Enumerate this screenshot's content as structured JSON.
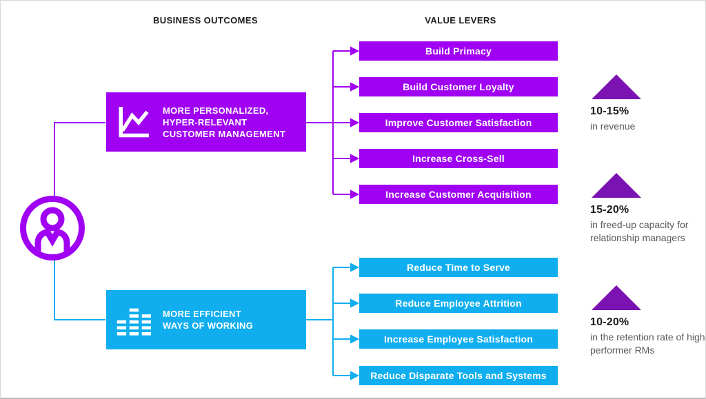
{
  "headers": {
    "business_outcomes": "BUSINESS OUTCOMES",
    "value_levers": "VALUE LEVERS"
  },
  "colors": {
    "purple": "#A001F2",
    "purple_dark_triangle": "#7A13B2",
    "blue": "#10AEEF",
    "text_dark": "#1C1C1C",
    "text_gray": "#5A5A5A"
  },
  "outcomes": [
    {
      "id": "personalized-customer-management",
      "icon": "line-chart-icon",
      "color": "purple",
      "label_lines": [
        "MORE PERSONALIZED,",
        "HYPER-RELEVANT",
        "CUSTOMER MANAGEMENT"
      ]
    },
    {
      "id": "efficient-ways-of-working",
      "icon": "equalizer-icon",
      "color": "blue",
      "label_lines": [
        "MORE EFFICIENT",
        "WAYS OF WORKING"
      ]
    }
  ],
  "value_levers": {
    "purple": [
      "Build Primacy",
      "Build Customer Loyalty",
      "Improve Customer Satisfaction",
      "Increase Cross-Sell",
      "Increase Customer Acquisition"
    ],
    "blue": [
      "Reduce Time to Serve",
      "Reduce Employee Attrition",
      "Increase Employee Satisfaction",
      "Reduce Disparate Tools and Systems"
    ]
  },
  "impacts": [
    {
      "value": "10-15%",
      "description": "in revenue"
    },
    {
      "value": "15-20%",
      "description": "in freed-up capacity for relationship managers"
    },
    {
      "value": "10-20%",
      "description": "in the retention rate of high-performer RMs"
    }
  ]
}
